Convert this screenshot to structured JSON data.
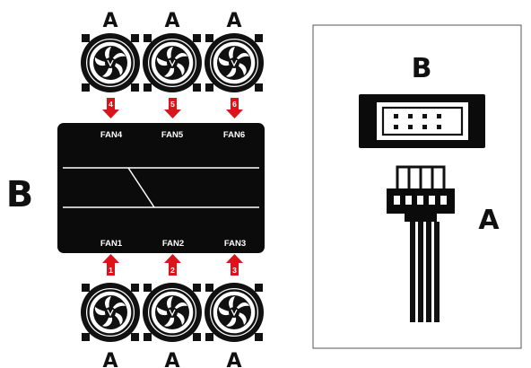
{
  "left_panel": {
    "hub_label": "B",
    "fan_label": "A",
    "ports_top": [
      {
        "label": "FAN4",
        "arrow_number": "4"
      },
      {
        "label": "FAN5",
        "arrow_number": "5"
      },
      {
        "label": "FAN6",
        "arrow_number": "6"
      }
    ],
    "ports_bottom": [
      {
        "label": "FAN1",
        "arrow_number": "1"
      },
      {
        "label": "FAN2",
        "arrow_number": "2"
      },
      {
        "label": "FAN3",
        "arrow_number": "3"
      }
    ]
  },
  "right_panel": {
    "header_label": "B",
    "plug_label": "A"
  },
  "colors": {
    "arrow": "#d9141b",
    "hub": "#0b0b0b",
    "line": "#111111"
  }
}
